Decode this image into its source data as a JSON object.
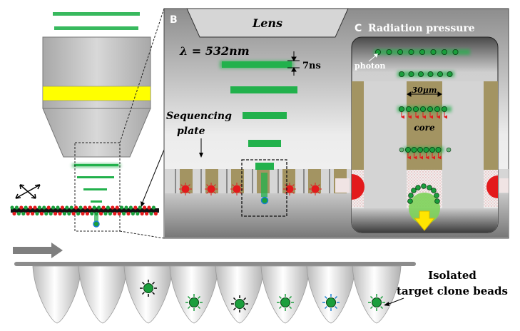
{
  "panel_b": {
    "label": "B",
    "lens_label": "Lens",
    "wavelength": "λ = 532nm",
    "pulse": "7ns",
    "plate_label_line1": "Sequencing",
    "plate_label_line2": "plate"
  },
  "panel_c": {
    "label": "C",
    "title": "Radiation pressure",
    "photon_label": "photon",
    "width_label": "30μm",
    "core_label": "core"
  },
  "bottom": {
    "label_line1": "Isolated",
    "label_line2": "target clone beads"
  },
  "colors": {
    "laser_green": "#22b14c",
    "bead_green": "#1a9e3c",
    "bead_red": "#e31a1c",
    "objective_band": "#ffff00",
    "force_arrow": "#ffe600"
  },
  "icons": [
    "double-arrow-icon",
    "direction-arrow-icon",
    "ejected-bead-arrow-icon"
  ]
}
